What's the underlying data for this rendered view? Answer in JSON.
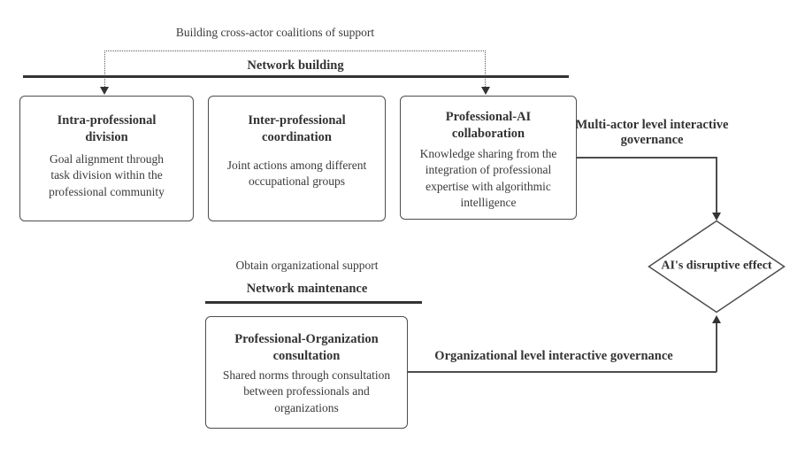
{
  "colors": {
    "ink": "#333333",
    "line": "#4d4d4d",
    "background": "#ffffff"
  },
  "network_building": {
    "coalition_label": "Building cross-actor coalitions of support",
    "phase_label": "Network building"
  },
  "network_maintenance": {
    "support_label": "Obtain organizational support",
    "phase_label": "Network maintenance"
  },
  "boxes": {
    "intra_professional": {
      "title": "Intra-professional division",
      "body": "Goal alignment through task division within the professional community"
    },
    "inter_professional": {
      "title": "Inter-professional coordination",
      "body": "Joint actions among different occupational groups"
    },
    "professional_ai": {
      "title": "Professional-AI collaboration",
      "body": "Knowledge sharing from the integration of professional expertise with algorithmic intelligence"
    },
    "professional_organization": {
      "title": "Professional-Organization consultation",
      "body": "Shared norms through consultation between professionals and organizations"
    }
  },
  "governance_labels": {
    "multi_actor": "Multi-actor level interactive governance",
    "organizational": "Organizational level interactive governance"
  },
  "outcome": {
    "label": "AI's disruptive effect"
  }
}
